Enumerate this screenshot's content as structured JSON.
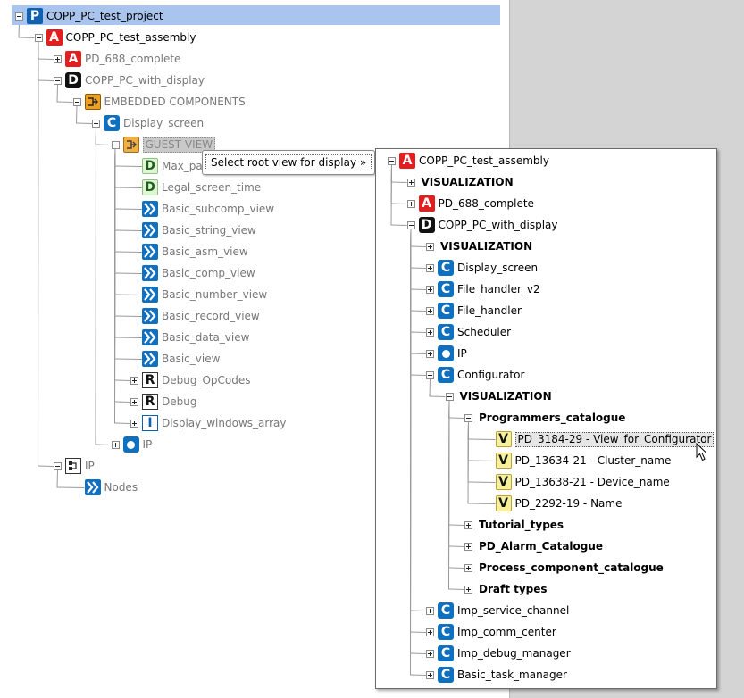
{
  "left_tree": [
    {
      "label": "COPP_PC_test_project",
      "icon": "P",
      "expander": "minus",
      "selected": true
    },
    {
      "label": "COPP_PC_test_assembly",
      "icon": "A",
      "expander": "minus"
    },
    {
      "label": "PD_688_complete",
      "icon": "A",
      "expander": "plus",
      "dim": true
    },
    {
      "label": "COPP_PC_with_display",
      "icon": "D",
      "expander": "minus",
      "dim": true
    },
    {
      "label": "EMBEDDED COMPONENTS",
      "icon": "E",
      "expander": "minus",
      "dim": true
    },
    {
      "label": "Display_screen",
      "icon": "C",
      "expander": "minus",
      "dim": true
    },
    {
      "label": "GUEST VIEW",
      "icon": "E",
      "expander": "minus",
      "dim": true
    },
    {
      "label": "Max_paint",
      "icon": "Dg",
      "dim": true
    },
    {
      "label": "Legal_screen_time",
      "icon": "Dg",
      "dim": true
    },
    {
      "label": "Basic_subcomp_view",
      "icon": "S",
      "dim": true
    },
    {
      "label": "Basic_string_view",
      "icon": "S",
      "dim": true
    },
    {
      "label": "Basic_asm_view",
      "icon": "S",
      "dim": true
    },
    {
      "label": "Basic_comp_view",
      "icon": "S",
      "dim": true
    },
    {
      "label": "Basic_number_view",
      "icon": "S",
      "dim": true
    },
    {
      "label": "Basic_record_view",
      "icon": "S",
      "dim": true
    },
    {
      "label": "Basic_data_view",
      "icon": "S",
      "dim": true
    },
    {
      "label": "Basic_view",
      "icon": "S",
      "dim": true
    },
    {
      "label": "Debug_OpCodes",
      "icon": "R",
      "expander": "plus",
      "dim": true
    },
    {
      "label": "Debug",
      "icon": "R",
      "expander": "plus",
      "dim": true
    },
    {
      "label": "Display_windows_array",
      "icon": "I",
      "expander": "plus",
      "dim": true
    },
    {
      "label": "IP",
      "icon": "O",
      "expander": "plus",
      "dim": true
    },
    {
      "label": "IP",
      "icon": "B",
      "expander": "minus",
      "dim": true
    },
    {
      "label": "Nodes",
      "icon": "S",
      "dim": true
    }
  ],
  "tooltip": {
    "text": "Select root view for display »"
  },
  "popup_tree": [
    {
      "label": "COPP_PC_test_assembly",
      "icon": "A",
      "expander": "minus"
    },
    {
      "label": "VISUALIZATION",
      "expander": "plus",
      "bold": true
    },
    {
      "label": "PD_688_complete",
      "icon": "A",
      "expander": "plus"
    },
    {
      "label": "COPP_PC_with_display",
      "icon": "D",
      "expander": "minus"
    },
    {
      "label": "VISUALIZATION",
      "expander": "plus",
      "bold": true
    },
    {
      "label": "Display_screen",
      "icon": "C",
      "expander": "plus"
    },
    {
      "label": "File_handler_v2",
      "icon": "C",
      "expander": "plus"
    },
    {
      "label": "File_handler",
      "icon": "C",
      "expander": "plus"
    },
    {
      "label": "Scheduler",
      "icon": "C",
      "expander": "plus"
    },
    {
      "label": "IP",
      "icon": "O",
      "expander": "plus"
    },
    {
      "label": "Configurator",
      "icon": "C",
      "expander": "minus"
    },
    {
      "label": "VISUALIZATION",
      "expander": "minus",
      "bold": true
    },
    {
      "label": "Programmers_catalogue",
      "expander": "minus",
      "bold": true
    },
    {
      "label": "PD_3184-29 - View_for_Configurator",
      "icon": "V",
      "highlight": true
    },
    {
      "label": "PD_13634-21 - Cluster_name",
      "icon": "V"
    },
    {
      "label": "PD_13638-21 - Device_name",
      "icon": "V"
    },
    {
      "label": "PD_2292-19 - Name",
      "icon": "V"
    },
    {
      "label": "Tutorial_types",
      "expander": "plus",
      "bold": true
    },
    {
      "label": "PD_Alarm_Catalogue",
      "expander": "plus",
      "bold": true
    },
    {
      "label": "Process_component_catalogue",
      "expander": "plus",
      "bold": true
    },
    {
      "label": "Draft types",
      "expander": "plus",
      "bold": true
    },
    {
      "label": "Imp_service_channel",
      "icon": "C",
      "expander": "plus"
    },
    {
      "label": "Imp_comm_center",
      "icon": "C",
      "expander": "plus"
    },
    {
      "label": "Imp_debug_manager",
      "icon": "C",
      "expander": "plus"
    },
    {
      "label": "Basic_task_manager",
      "icon": "C",
      "expander": "plus"
    }
  ]
}
